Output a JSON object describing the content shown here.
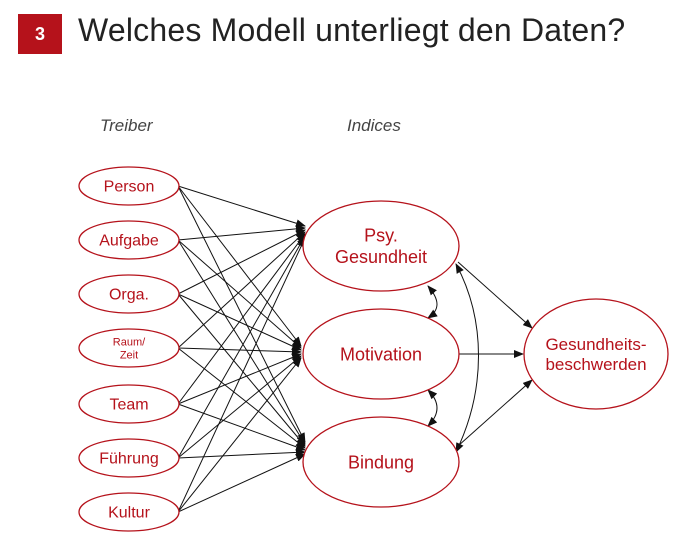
{
  "header": {
    "number": "3",
    "title": "Welches Modell unterliegt den Daten?"
  },
  "columns": {
    "drivers_label": "Treiber",
    "indices_label": "Indices"
  },
  "drivers": [
    {
      "id": "person",
      "lines": [
        "Person"
      ]
    },
    {
      "id": "aufgabe",
      "lines": [
        "Aufgabe"
      ]
    },
    {
      "id": "orga",
      "lines": [
        "Orga."
      ]
    },
    {
      "id": "raum-zeit",
      "lines": [
        "Raum/",
        "Zeit"
      ]
    },
    {
      "id": "team",
      "lines": [
        "Team"
      ]
    },
    {
      "id": "fuehrung",
      "lines": [
        "Führung"
      ]
    },
    {
      "id": "kultur",
      "lines": [
        "Kultur"
      ]
    }
  ],
  "indices": [
    {
      "id": "psy-gesundheit",
      "lines": [
        "Psy.",
        "Gesundheit"
      ]
    },
    {
      "id": "motivation",
      "lines": [
        "Motivation"
      ]
    },
    {
      "id": "bindung",
      "lines": [
        "Bindung"
      ]
    }
  ],
  "outcome": {
    "id": "gesundheitsbeschwerden",
    "lines": [
      "Gesundheits-",
      "beschwerden"
    ]
  },
  "colors": {
    "accent": "#b5121b",
    "arrow": "#111111"
  }
}
